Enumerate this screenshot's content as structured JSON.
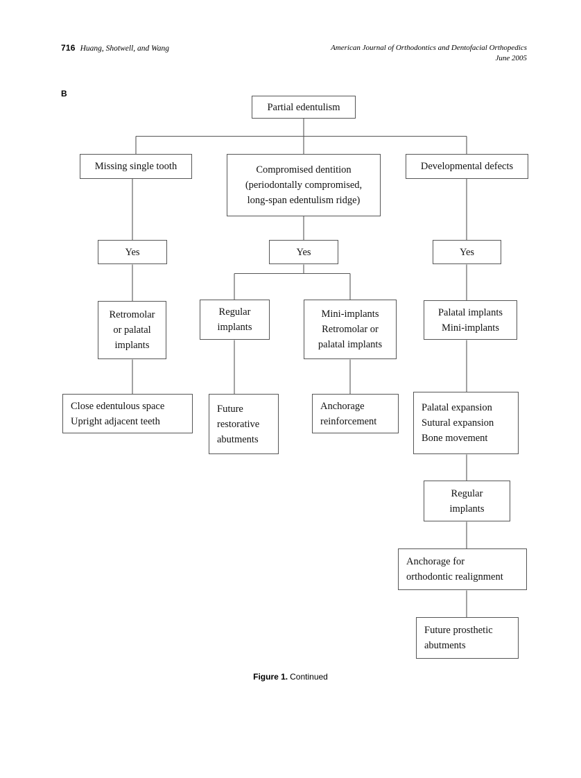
{
  "page": {
    "folio": "716",
    "running_head_left": "Huang, Shotwell, and Wang",
    "running_head_right_line1": "American Journal of Orthodontics and Dentofacial Orthopedics",
    "running_head_right_line2": "June 2005",
    "panel_letter": "B",
    "caption_number": "Figure 1.",
    "caption_text": "Continued",
    "background_color": "#ffffff",
    "line_color": "#555555",
    "text_color": "#111111"
  },
  "chart_data": {
    "type": "diagram",
    "title": "Partial edentulism treatment decision flowchart",
    "nodes": [
      {
        "id": "root",
        "lines": [
          "Partial edentulism"
        ]
      },
      {
        "id": "branch1",
        "lines": [
          "Missing single tooth"
        ]
      },
      {
        "id": "branch2",
        "lines": [
          "Compromised dentition",
          "(periodontally compromised,",
          "long-span edentulism ridge)"
        ]
      },
      {
        "id": "branch3",
        "lines": [
          "Developmental defects"
        ]
      },
      {
        "id": "yes1",
        "lines": [
          "Yes"
        ]
      },
      {
        "id": "yes2",
        "lines": [
          "Yes"
        ]
      },
      {
        "id": "yes3",
        "lines": [
          "Yes"
        ]
      },
      {
        "id": "impl1",
        "lines": [
          "Retromolar",
          "or palatal",
          "implants"
        ]
      },
      {
        "id": "impl2a",
        "lines": [
          "Regular",
          "implants"
        ]
      },
      {
        "id": "impl2b",
        "lines": [
          "Mini-implants",
          "Retromolar or",
          "palatal implants"
        ]
      },
      {
        "id": "impl3",
        "lines": [
          "Palatal implants",
          "Mini-implants"
        ]
      },
      {
        "id": "out1",
        "lines": [
          "Close edentulous space",
          "Upright adjacent teeth"
        ]
      },
      {
        "id": "out2a",
        "lines": [
          "Future",
          "restorative",
          "abutments"
        ]
      },
      {
        "id": "out2b",
        "lines": [
          "Anchorage",
          "reinforcement"
        ]
      },
      {
        "id": "out3",
        "lines": [
          "Palatal expansion",
          "Sutural expansion",
          "Bone movement"
        ]
      },
      {
        "id": "reg2",
        "lines": [
          "Regular",
          "implants"
        ]
      },
      {
        "id": "anchorage",
        "lines": [
          "Anchorage for",
          "orthodontic realignment"
        ]
      },
      {
        "id": "prosthetic",
        "lines": [
          "Future prosthetic",
          "abutments"
        ]
      }
    ],
    "edges": [
      {
        "from": "root",
        "to": "branch1"
      },
      {
        "from": "root",
        "to": "branch2"
      },
      {
        "from": "root",
        "to": "branch3"
      },
      {
        "from": "branch1",
        "to": "yes1"
      },
      {
        "from": "branch2",
        "to": "yes2"
      },
      {
        "from": "branch3",
        "to": "yes3"
      },
      {
        "from": "yes1",
        "to": "impl1"
      },
      {
        "from": "yes2",
        "to": "impl2a"
      },
      {
        "from": "yes2",
        "to": "impl2b"
      },
      {
        "from": "yes3",
        "to": "impl3"
      },
      {
        "from": "impl1",
        "to": "out1"
      },
      {
        "from": "impl2a",
        "to": "out2a"
      },
      {
        "from": "impl2b",
        "to": "out2b"
      },
      {
        "from": "impl3",
        "to": "out3"
      },
      {
        "from": "out3",
        "to": "reg2"
      },
      {
        "from": "reg2",
        "to": "anchorage"
      },
      {
        "from": "anchorage",
        "to": "prosthetic"
      }
    ]
  }
}
